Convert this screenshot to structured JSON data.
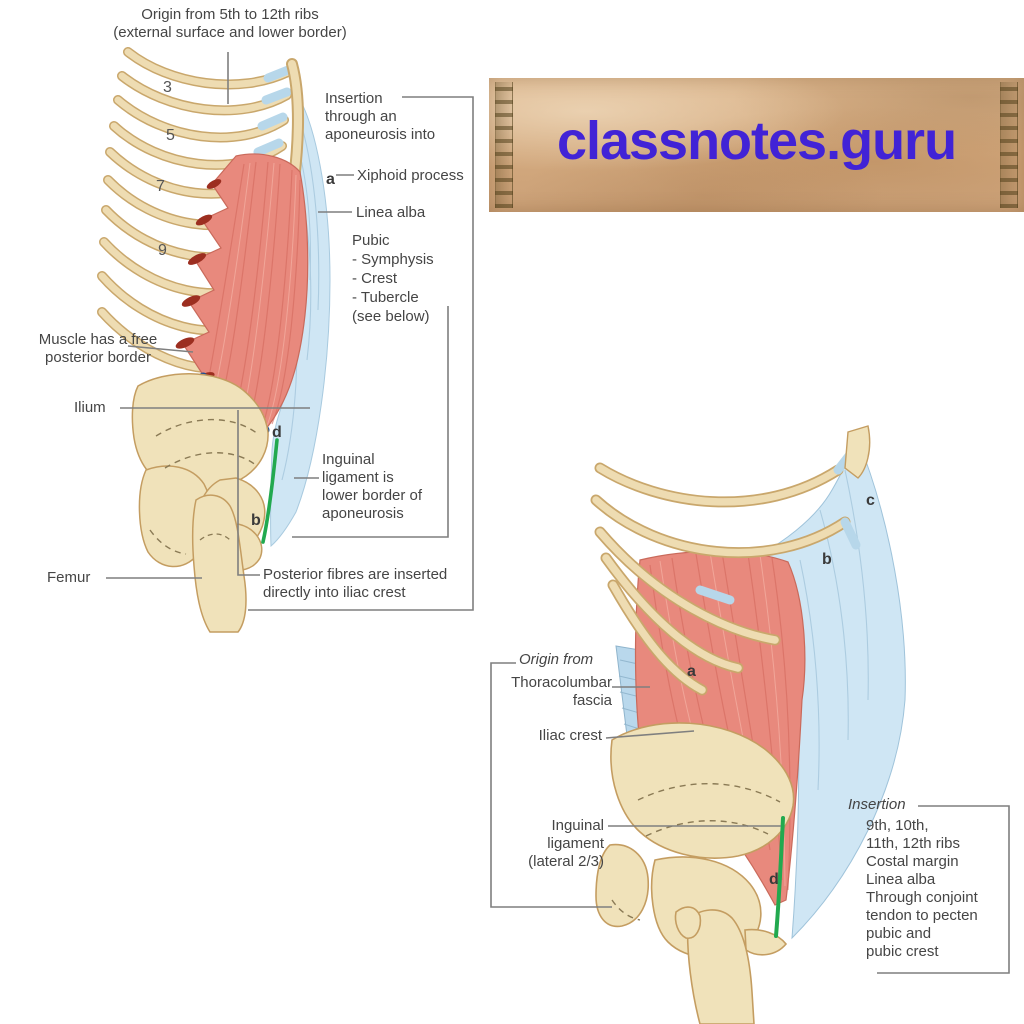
{
  "watermark": {
    "text": "classnotes.guru",
    "text_color": "#4123d6",
    "background_color": "#d6ac81"
  },
  "figure1": {
    "title_semantic": "external-oblique-muscle-diagram",
    "origin_label": "Origin from 5th to 12th ribs\n(external surface and lower border)",
    "insertion_label": "Insertion\nthrough an\naponeurosis into",
    "xiphoid_label": "Xiphoid process",
    "linea_alba_label": "Linea alba",
    "pubic_label": "Pubic\n- Symphysis\n- Crest\n- Tubercle\n   (see below)",
    "free_border_label": "Muscle has a free\nposterior border",
    "ilium_label": "Ilium",
    "femur_label": "Femur",
    "inguinal_label": "Inguinal\nligament is\nlower border of\naponeurosis",
    "posterior_fibres_label": "Posterior fibres are inserted\ndirectly into iliac crest",
    "markers": {
      "rib3": "3",
      "rib5": "5",
      "rib7": "7",
      "rib9": "9",
      "a": "a",
      "b": "b",
      "d": "d"
    }
  },
  "figure2": {
    "title_semantic": "internal-oblique-muscle-diagram",
    "origin_title": "Origin from",
    "origin_body": "Thoracolumbar\nfascia",
    "iliac_crest_label": "Iliac crest",
    "inguinal_label": "Inguinal\nligament\n(lateral 2/3)",
    "insertion_title": "Insertion",
    "insertion_body": "9th, 10th,\n11th, 12th ribs\nCostal margin\nLinea alba\nThrough conjoint\ntendon to pecten\npubic and\npubic crest",
    "markers": {
      "a": "a",
      "b": "b",
      "c": "c",
      "d": "d"
    }
  },
  "colors": {
    "muscle_red": "#e8897d",
    "muscle_slip_dark": "#9c2e20",
    "aponeurosis_blue": "#cfe6f4",
    "bone_tan": "#f0e2ba",
    "bone_outline": "#c49d61",
    "iliac_band_blue": "#1d4e94",
    "inguinal_ligament_green": "#22a94f",
    "leader_line_gray": "#7f7f7f",
    "label_text_gray": "#454545"
  }
}
